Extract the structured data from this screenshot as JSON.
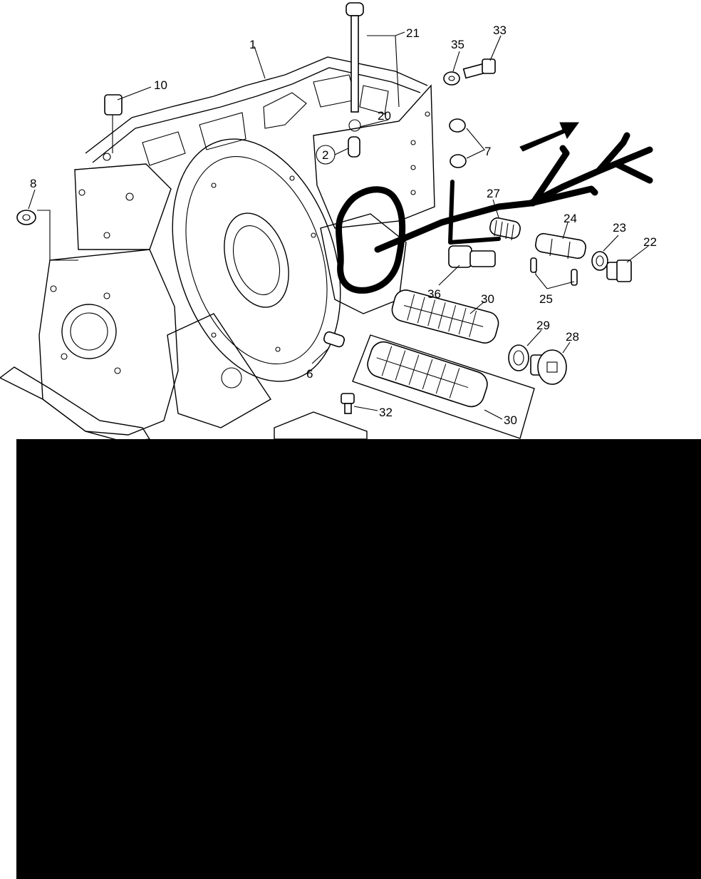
{
  "callouts": [
    "1",
    "2",
    "6",
    "7",
    "8",
    "10",
    "20",
    "21",
    "22",
    "23",
    "24",
    "25",
    "27",
    "28",
    "29",
    "30",
    "30",
    "32",
    "33",
    "35",
    "36"
  ],
  "colors": {
    "line": "#000000",
    "paper": "#ffffff",
    "redaction": "#000000"
  }
}
